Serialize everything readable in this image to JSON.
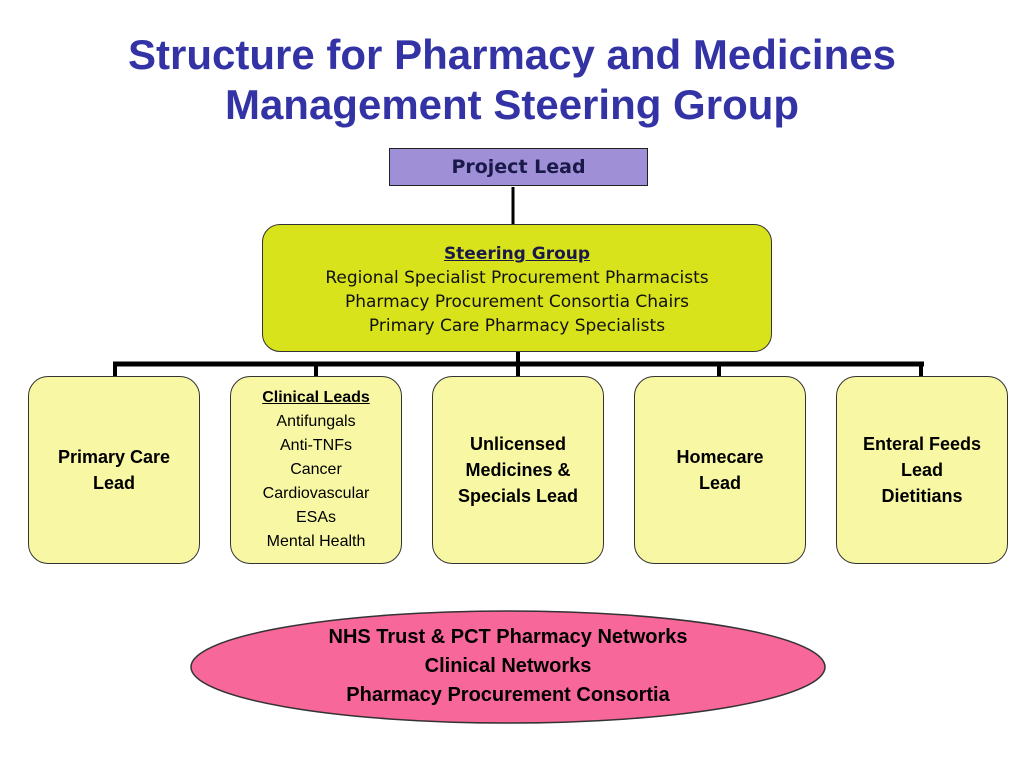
{
  "title": {
    "line1": "Structure for Pharmacy and Medicines",
    "line2": "Management Steering Group"
  },
  "project_lead": {
    "label": "Project Lead"
  },
  "steering_group": {
    "heading": "Steering Group",
    "lines": [
      "Regional Specialist Procurement Pharmacists",
      "Pharmacy Procurement Consortia Chairs",
      "Primary Care Pharmacy Specialists"
    ]
  },
  "leads": {
    "primary_care": [
      "Primary Care",
      "Lead"
    ],
    "clinical": {
      "heading": "Clinical Leads",
      "items": [
        "Antifungals",
        "Anti-TNFs",
        "Cancer",
        "Cardiovascular",
        "ESAs",
        "Mental Health"
      ]
    },
    "unlicensed": [
      "Unlicensed",
      "Medicines &",
      "Specials Lead"
    ],
    "homecare": [
      "Homecare",
      "Lead"
    ],
    "enteral": [
      "Enteral Feeds",
      "Lead",
      "Dietitians"
    ]
  },
  "networks": {
    "lines": [
      "NHS Trust & PCT Pharmacy Networks",
      "Clinical Networks",
      "Pharmacy Procurement Consortia"
    ]
  },
  "colors": {
    "title": "#3333a6",
    "project_lead_fill": "#9f8fd6",
    "steering_fill": "#d9e31b",
    "lead_fill": "#f7f7a4",
    "ellipse_fill": "#f8679a"
  }
}
